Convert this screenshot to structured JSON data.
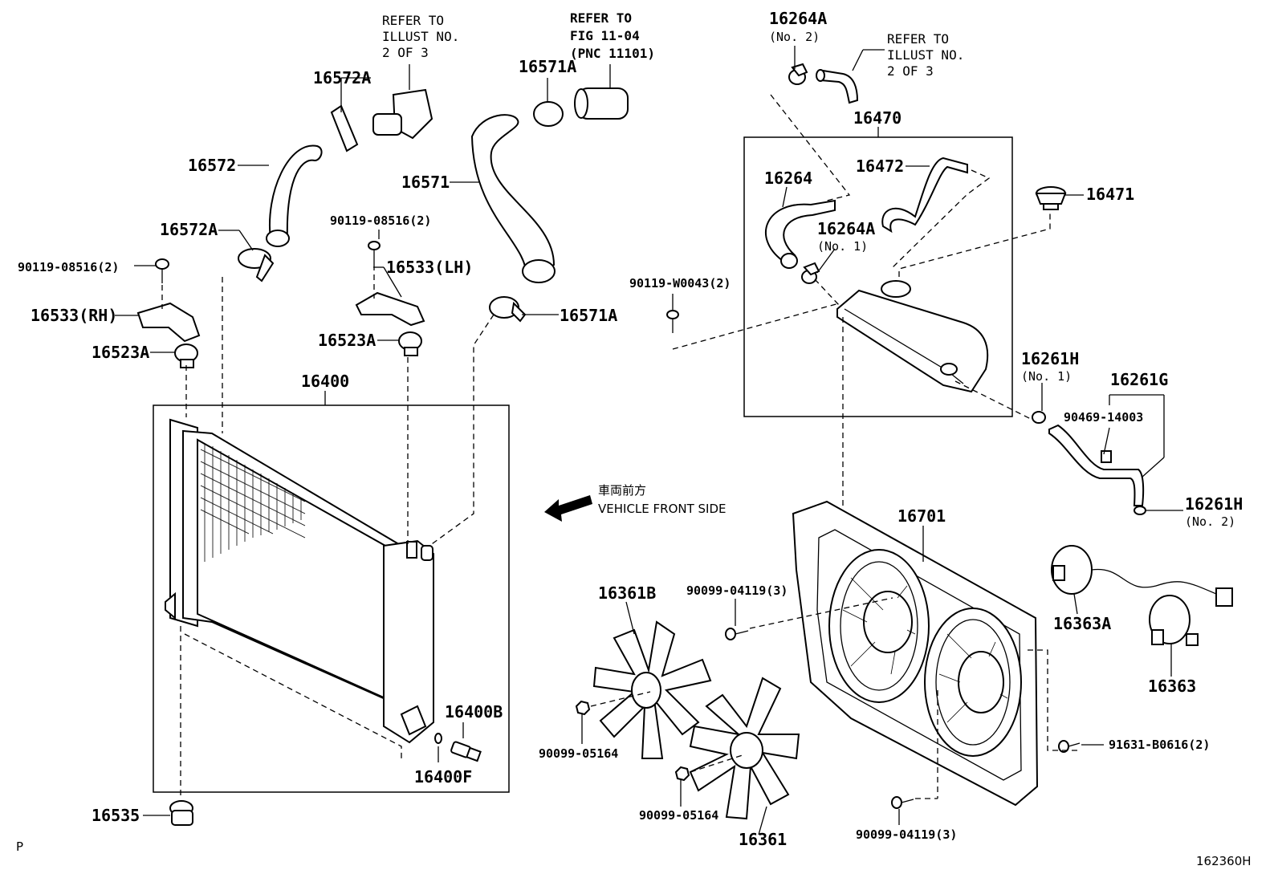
{
  "diagram": {
    "id": "162360H",
    "corner_mark": "P",
    "direction_jp": "車両前方",
    "direction_en": "VEHICLE FRONT SIDE",
    "refs": {
      "thermostat": [
        "REFER TO",
        "ILLUST NO.",
        "2 OF 3"
      ],
      "fig": [
        "REFER TO",
        "FIG 11-04",
        "(PNC 11101)"
      ],
      "bypass": [
        "REFER TO",
        "ILLUST NO.",
        "2 OF 3"
      ]
    },
    "parts": {
      "p16572A_top": "16572A",
      "p16572": "16572",
      "p16572A_low": "16572A",
      "p90119_08516_left": "90119-08516(2)",
      "p16533RH": "16533(RH)",
      "p16523A_left": "16523A",
      "p90119_08516_mid": "90119-08516(2)",
      "p16533LH": "16533(LH)",
      "p16523A_mid": "16523A",
      "p16571A_top": "16571A",
      "p16571": "16571",
      "p16571A_low": "16571A",
      "p16400": "16400",
      "p16400B": "16400B",
      "p16400F": "16400F",
      "p16535": "16535",
      "p16264A_top": "16264A",
      "p16264A_top_sub": "(No. 2)",
      "p16470": "16470",
      "p16264": "16264",
      "p16472": "16472",
      "p16264A_mid": "16264A",
      "p16264A_mid_sub": "(No. 1)",
      "p90119_W0043": "90119-W0043(2)",
      "p16471": "16471",
      "p16261H_top": "16261H",
      "p16261H_top_sub": "(No. 1)",
      "p16261G": "16261G",
      "p90469_14003": "90469-14003",
      "p16261H_low": "16261H",
      "p16261H_low_sub": "(No. 2)",
      "p16701": "16701",
      "p16361B": "16361B",
      "p90099_04119_top": "90099-04119(3)",
      "p90099_05164_left": "90099-05164",
      "p90099_05164_mid": "90099-05164",
      "p16361": "16361",
      "p90099_04119_low": "90099-04119(3)",
      "p91631_B0616": "91631-B0616(2)",
      "p16363A": "16363A",
      "p16363": "16363"
    }
  }
}
